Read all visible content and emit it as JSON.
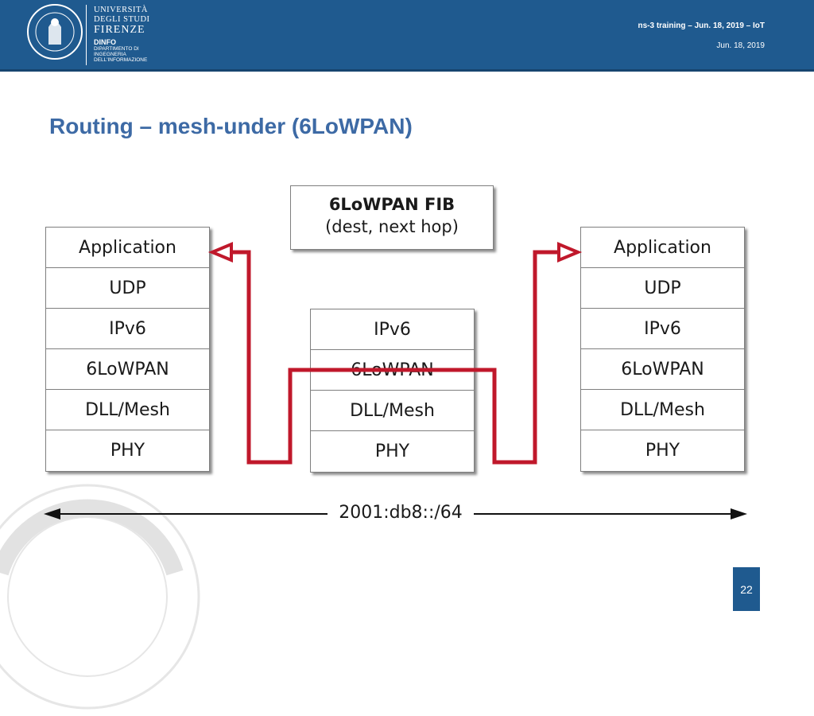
{
  "header": {
    "university_line1": "UNIVERSITÀ",
    "university_line2": "DEGLI STUDI",
    "university_line3": "FIRENZE",
    "department": "DINFO",
    "department_line1": "DIPARTIMENTO DI",
    "department_line2": "INGEGNERIA",
    "department_line3": "DELL'INFORMAZIONE",
    "talk_title": "ns-3 training – Jun. 18, 2019 – IoT",
    "date": "Jun. 18, 2019"
  },
  "slide": {
    "title": "Routing – mesh-under (6LoWPAN)",
    "page_number": "22"
  },
  "fib": {
    "title": "6LoWPAN FIB",
    "subtitle": "(dest, next hop)"
  },
  "stacks": {
    "left": [
      "Application",
      "UDP",
      "IPv6",
      "6LoWPAN",
      "DLL/Mesh",
      "PHY"
    ],
    "middle": [
      "IPv6",
      "6LoWPAN",
      "DLL/Mesh",
      "PHY"
    ],
    "right": [
      "Application",
      "UDP",
      "IPv6",
      "6LoWPAN",
      "DLL/Mesh",
      "PHY"
    ]
  },
  "network_prefix": "2001:db8::/64",
  "colors": {
    "header_blue": "#1f5a8f",
    "title_blue": "#3d6aa5",
    "route_red": "#c0182b"
  }
}
